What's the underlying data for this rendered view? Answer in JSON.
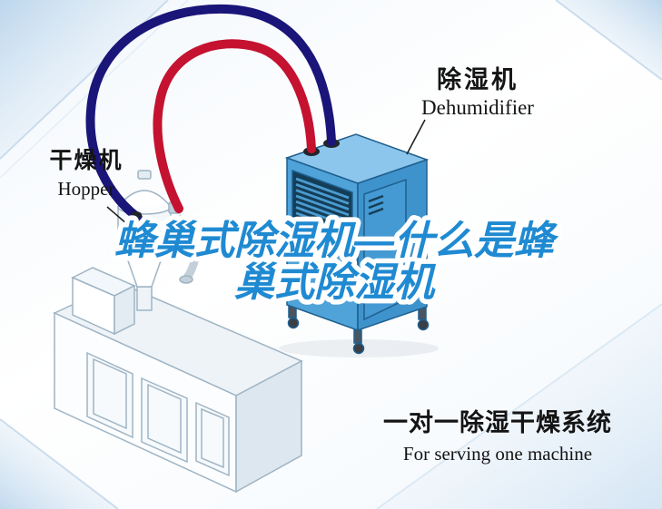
{
  "title": {
    "line1": "蜂巢式除湿机—什么是蜂",
    "line2": "巢式除湿机"
  },
  "hopper_label": {
    "cn": "干燥机",
    "en": "Hopper"
  },
  "dehumidifier_label": {
    "cn": "除湿机",
    "en": "Dehumidifier"
  },
  "footer": {
    "cn": "一对一除湿干燥系统",
    "en": "For serving one machine"
  },
  "colors": {
    "title_blue": "#1f8ad2",
    "pipe_red": "#c41230",
    "pipe_blue": "#1a1578",
    "machine_front_blue": "#4fa3d9",
    "machine_side_blue": "#3f93cc",
    "machine_top_blue": "#8cc6ec",
    "grille_dark": "#143d57",
    "background_tint": "#bcd6ec"
  }
}
